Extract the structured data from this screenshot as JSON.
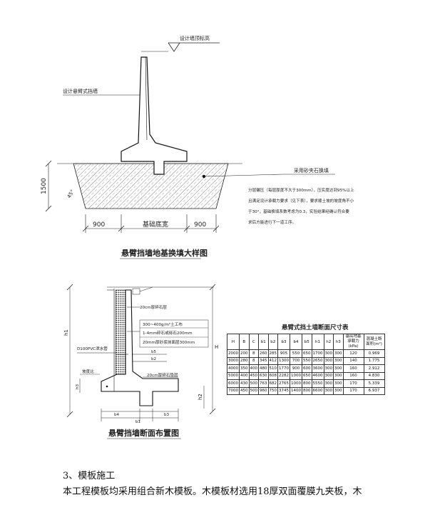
{
  "fig1": {
    "label_top": "设计墙顶标高",
    "label_wall": "设计悬臂式挡墙",
    "label_fill": "采用砂夹石换填",
    "note_lines": [
      "分层碾压（每层厚度不大于300mm），压实度达到95%以上",
      "且满足设计承载力要求（见下表），要求顺土坡的坡度角不小",
      "于30°，基础换填系数考虑为0.3，实验结果经确认符合要",
      "求后方能进行下一道工序。"
    ],
    "dim_height": "1500",
    "dim_angle": "45°",
    "dim_left": "900",
    "dim_mid": "基础底宽",
    "dim_right": "900",
    "caption": "悬臂挡墙地基换填大样图"
  },
  "fig2": {
    "label_geo": "20cm厚碎石层",
    "label_a": "300~400g/m²土工布",
    "label_b": "1-4mm碎石或砾石200mm",
    "label_c": "20mm厚砂浆抹面层300mm",
    "label_pipe": "D100PVC泄水管",
    "label_base": "20cm厚碎石垫层",
    "label_slope": "坡度比",
    "dim_h1": "h1",
    "dim_h2": "h2",
    "dim_h3": "h3",
    "dim_H": "H",
    "dim_b1": "b1",
    "dim_b2": "b2",
    "dim_b3": "b3",
    "dim_b4": "b4",
    "dim_b5": "b5",
    "caption": "悬臂挡墙断面布置图"
  },
  "table": {
    "title": "悬臂式挡土墙断面尺寸表",
    "headers": [
      "H",
      "B",
      "C",
      "b1",
      "b2",
      "b3",
      "b4",
      "b5",
      "h1",
      "h2",
      "h3",
      "基底地基承载力(kPa)",
      "混凝土断面积(m²)"
    ],
    "rows": [
      [
        "2000",
        "200",
        "8",
        "260",
        "285",
        "905",
        "550",
        "650",
        "1700",
        "300",
        "300",
        "120",
        "0.969"
      ],
      [
        "3000",
        "280",
        "8",
        "345",
        "412",
        "1300",
        "700",
        "550",
        "2650",
        "300",
        "300",
        "140",
        "1.775"
      ],
      [
        "4000",
        "350",
        "400",
        "480",
        "510",
        "1770",
        "900",
        "600",
        "3600",
        "300",
        "300",
        "160",
        "2.912"
      ],
      [
        "5000",
        "400",
        "450",
        "630",
        "608",
        "2282",
        "1000",
        "650",
        "4600",
        "300",
        "300",
        "160",
        "4.830"
      ],
      [
        "6000",
        "430",
        "500",
        "763",
        "682",
        "2765",
        "1000",
        "800",
        "5550",
        "300",
        "300",
        "170",
        "5.339"
      ],
      [
        "7000",
        "450",
        "500",
        "960",
        "750",
        "3745",
        "1400",
        "800",
        "6600",
        "300",
        "300",
        "170",
        "6.937"
      ]
    ]
  },
  "section": {
    "heading": "3、模板施工",
    "line1": "本工程模板均采用组合新木模板。木模板材选用18厚双面覆膜九夹板，木"
  }
}
